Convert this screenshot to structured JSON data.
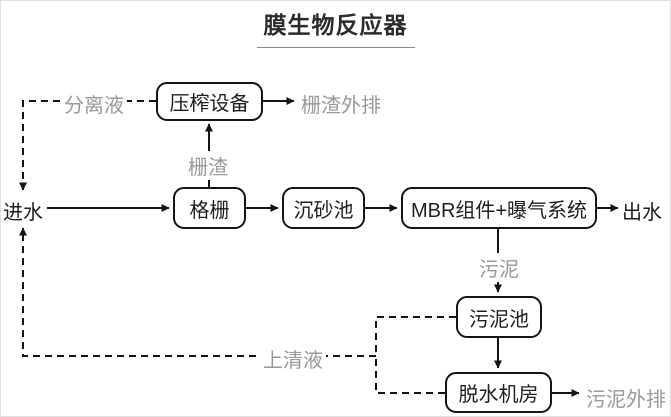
{
  "diagram": {
    "title": "膜生物反应器",
    "nodes": {
      "press": "压榨设备",
      "screen": "格栅",
      "grit": "沉砂池",
      "mbr": "MBR组件+曝气系统",
      "sludge_tank": "污泥池",
      "dewatering": "脱水机房"
    },
    "terminals": {
      "inflow": "进水",
      "outflow": "出水"
    },
    "flow_labels": {
      "separated_liquid": "分离液",
      "screenings": "栅渣",
      "screenings_out": "栅渣外排",
      "sludge": "污泥",
      "supernatant": "上清液",
      "sludge_out": "污泥外排"
    },
    "flows": [
      {
        "from": "进水",
        "to": "格栅",
        "style": "solid"
      },
      {
        "from": "格栅",
        "to": "沉砂池",
        "style": "solid"
      },
      {
        "from": "沉砂池",
        "to": "MBR组件+曝气系统",
        "style": "solid"
      },
      {
        "from": "MBR组件+曝气系统",
        "to": "出水",
        "style": "solid"
      },
      {
        "from": "格栅",
        "to": "压榨设备",
        "style": "solid",
        "label": "栅渣"
      },
      {
        "from": "压榨设备",
        "to": "栅渣外排",
        "style": "solid"
      },
      {
        "from": "MBR组件+曝气系统",
        "to": "污泥池",
        "style": "solid",
        "label": "污泥"
      },
      {
        "from": "污泥池",
        "to": "脱水机房",
        "style": "solid"
      },
      {
        "from": "脱水机房",
        "to": "污泥外排",
        "style": "solid"
      },
      {
        "from": "压榨设备",
        "to": "进水",
        "style": "dashed",
        "label": "分离液"
      },
      {
        "from": "污泥池",
        "to": "进水",
        "style": "dashed",
        "label": "上清液"
      },
      {
        "from": "脱水机房",
        "to": "进水",
        "style": "dashed",
        "label": "上清液"
      }
    ],
    "colors": {
      "line": "#141414",
      "box_border": "#141414",
      "text_dark": "#1f1f1f",
      "label_gray": "#999999",
      "background": "#ffffff"
    }
  }
}
